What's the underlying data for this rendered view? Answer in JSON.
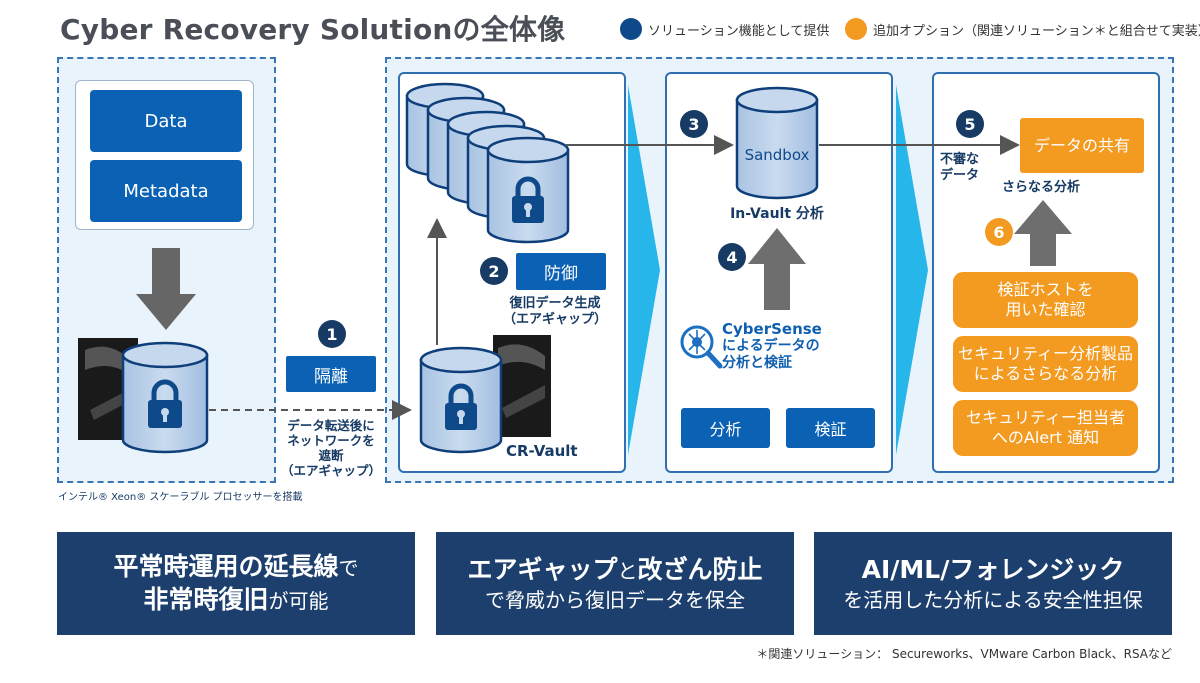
{
  "title": "Cyber Recovery Solutionの全体像",
  "legend": {
    "solution": "ソリューション機能として提供",
    "option": "追加オプション（関連ソリューション＊と組合せて実装）",
    "colors": {
      "solution": "#0e4a8a",
      "option": "#f39a21"
    }
  },
  "source": {
    "data_label": "Data",
    "metadata_label": "Metadata",
    "processor_note": "インテル® Xeon® スケーラブル プロセッサーを搭載"
  },
  "step1": {
    "num": "1",
    "box": "隔離",
    "desc": [
      "データ転送後に",
      "ネットワークを",
      "遮断",
      "（エアギャップ）"
    ]
  },
  "vault": {
    "step_num": "2",
    "box": "防御",
    "desc": [
      "復旧データ生成",
      "（エアギャップ）"
    ],
    "name": "CR-Vault"
  },
  "analysis": {
    "step3": "3",
    "sandbox": "Sandbox",
    "invault": "In-Vault 分析",
    "step4": "4",
    "cybersense": [
      "CyberSense",
      "によるデータの",
      "分析と検証"
    ],
    "btn_analyze": "分析",
    "btn_verify": "検証"
  },
  "option": {
    "step5": "5",
    "suspicious": [
      "不審な",
      "データ"
    ],
    "share": "データの共有",
    "further": "さらなる分析",
    "step6": "6",
    "items": [
      [
        "検証ホストを",
        "用いた確認"
      ],
      [
        "セキュリティー分析製品",
        "によるさらなる分析"
      ],
      [
        "セキュリティー担当者",
        "へのAlert 通知"
      ]
    ]
  },
  "banners": [
    {
      "line1_bold": "平常時運用の延長線",
      "line1_small": "で",
      "line2_bold": "非常時復旧",
      "line2_small": "が可能"
    },
    {
      "line1_bold": "エアギャップ",
      "line1_small": "と",
      "line1_bold2": "改ざん防止",
      "line2_small": "で脅威から復旧データを保全"
    },
    {
      "line1_bold": "AI/ML/フォレンジック",
      "line2_small": "を活用した分析による安全性担保"
    }
  ],
  "footnote": "＊関連ソリューション：  Secureworks、VMware Carbon Black、RSAなど"
}
